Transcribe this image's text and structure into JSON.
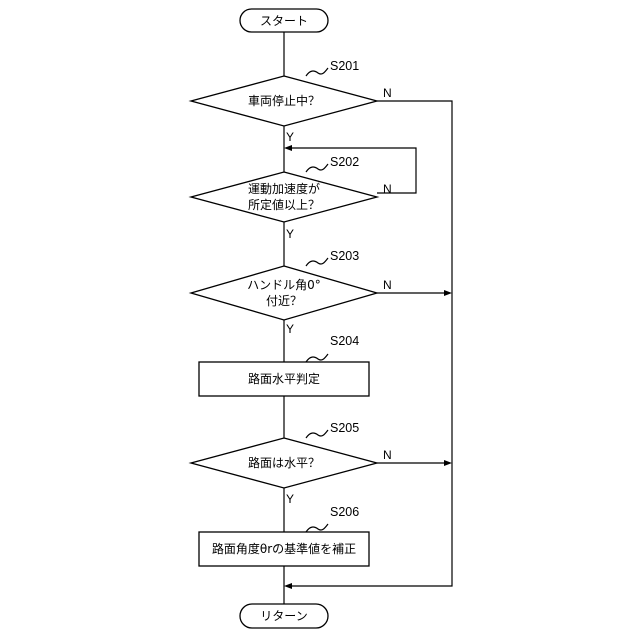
{
  "terminals": {
    "start": "スタート",
    "end": "リターン"
  },
  "steps": {
    "s201": {
      "id": "S201",
      "lines": [
        "車両停止中？"
      ],
      "no": "N",
      "yes": "Y"
    },
    "s202": {
      "id": "S202",
      "lines": [
        "運動加速度が",
        "所定値以上？"
      ],
      "no": "N",
      "yes": "Y"
    },
    "s203": {
      "id": "S203",
      "lines": [
        "ハンドル角0°",
        "付近？"
      ],
      "no": "N",
      "yes": "Y"
    },
    "s204": {
      "id": "S204",
      "lines": [
        "路面水平判定"
      ]
    },
    "s205": {
      "id": "S205",
      "lines": [
        "路面は水平？"
      ],
      "no": "N",
      "yes": "Y"
    },
    "s206": {
      "id": "S206",
      "lines": [
        "路面角度θrの基準値を補正"
      ]
    }
  }
}
